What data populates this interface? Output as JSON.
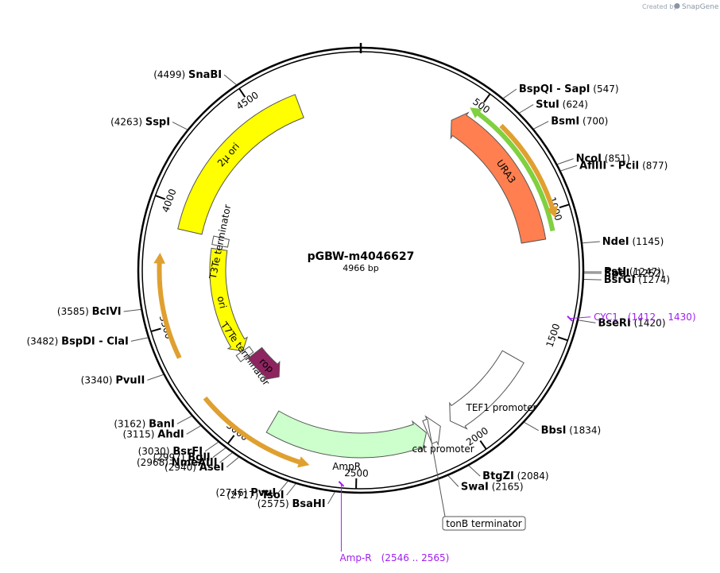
{
  "credit": {
    "prefix": "Created by",
    "brand": "SnapGene"
  },
  "plasmid": {
    "name": "pGBW-m4046627",
    "size_label": "4966 bp",
    "length": 4966
  },
  "ticks": [
    {
      "pos": 500,
      "label": "500"
    },
    {
      "pos": 1000,
      "label": "1000"
    },
    {
      "pos": 1500,
      "label": "1500"
    },
    {
      "pos": 2000,
      "label": "2000"
    },
    {
      "pos": 2500,
      "label": "2500"
    },
    {
      "pos": 3000,
      "label": "3000"
    },
    {
      "pos": 3500,
      "label": "3500"
    },
    {
      "pos": 4000,
      "label": "4000"
    },
    {
      "pos": 4500,
      "label": "4500"
    }
  ],
  "features": [
    {
      "name": "2µ ori",
      "label": "2µ ori",
      "start": 3900,
      "end": 4683,
      "direction": "none",
      "color": "#ffff00",
      "lane": "inner",
      "labelStyle": "curved"
    },
    {
      "name": "URA3",
      "label": "URA3",
      "start": 430,
      "end": 1110,
      "direction": "reverse",
      "color": "#ff7f50",
      "lane": "inner",
      "labelStyle": "curved"
    },
    {
      "name": "ori",
      "label": "ori",
      "start": 3250,
      "end": 3840,
      "direction": "reverse",
      "color": "#ffff00",
      "lane": "middle",
      "labelStyle": "curved"
    },
    {
      "name": "T3Te terminator",
      "label": "T3Te terminator",
      "start": 3860,
      "end": 3905,
      "direction": "none",
      "color": "#ffffff",
      "lane": "middle",
      "labelStyle": "curved"
    },
    {
      "name": "T7Te terminator",
      "label": "T7Te terminator",
      "start": 3210,
      "end": 3250,
      "direction": "none",
      "color": "#ffffff",
      "lane": "middle",
      "labelStyle": "curved"
    },
    {
      "name": "rop",
      "label": "rop",
      "start": 3000,
      "end": 3200,
      "direction": "reverse",
      "color": "#8e2460",
      "lane": "rop",
      "labelStyle": "curved-white"
    },
    {
      "name": "AmpR",
      "label": "AmpR",
      "start": 2180,
      "end": 2900,
      "direction": "reverse",
      "color": "#ccffcc",
      "lane": "inner",
      "labelStyle": "outside"
    },
    {
      "name": "cat promoter",
      "label": "cat promoter",
      "start": 2110,
      "end": 2175,
      "direction": "reverse",
      "color": "#ffffff",
      "lane": "inner",
      "labelStyle": "outside"
    },
    {
      "name": "TEF1 promoter",
      "label": "TEF1 promoter",
      "start": 1650,
      "end": 2060,
      "direction": "forward",
      "color": "#ffffff",
      "lane": "inner",
      "labelStyle": "outside"
    },
    {
      "name": "URA3 primer span",
      "label": "",
      "start": 470,
      "end": 1080,
      "direction": "reverse",
      "color": "#80d040",
      "lane": "outer-green",
      "labelStyle": "none"
    },
    {
      "name": "1000 primer span",
      "label": "",
      "start": 610,
      "end": 1030,
      "direction": "forward",
      "color": "#e0a030",
      "lane": "outer-orange",
      "labelStyle": "none"
    },
    {
      "name": "left span",
      "label": "",
      "start": 3370,
      "end": 3790,
      "direction": "forward",
      "color": "#e0a030",
      "lane": "outer-orange",
      "labelStyle": "none"
    },
    {
      "name": "bottom span",
      "label": "",
      "start": 2690,
      "end": 3180,
      "direction": "reverse",
      "color": "#e0a030",
      "lane": "outer-orange",
      "labelStyle": "none"
    }
  ],
  "right_sites": [
    {
      "name": "BspQI",
      "extra": "SapI",
      "pos": "(547)",
      "at": 547
    },
    {
      "name": "StuI",
      "extra": "",
      "pos": "(624)",
      "at": 624
    },
    {
      "name": "BsmI",
      "extra": "",
      "pos": "(700)",
      "at": 700
    },
    {
      "name": "NcoI",
      "extra": "",
      "pos": "(851)",
      "at": 851
    },
    {
      "name": "AflIII",
      "extra": "PciI",
      "pos": "(877)",
      "at": 877
    },
    {
      "name": "NdeI",
      "extra": "",
      "pos": "(1145)",
      "at": 1145
    },
    {
      "name": "PstI",
      "extra": "",
      "pos": "(1247)",
      "at": 1247
    },
    {
      "name": "SpeI",
      "extra": "",
      "pos": "(1252)",
      "at": 1252
    },
    {
      "name": "BsrGI",
      "extra": "",
      "pos": "(1274)",
      "at": 1274
    },
    {
      "name": "BseRI",
      "extra": "",
      "pos": "(1420)",
      "at": 1420
    },
    {
      "name": "BbsI",
      "extra": "",
      "pos": "(1834)",
      "at": 1834
    },
    {
      "name": "BtgZI",
      "extra": "",
      "pos": "(2084)",
      "at": 2084
    },
    {
      "name": "SwaI",
      "extra": "",
      "pos": "(2165)",
      "at": 2165
    }
  ],
  "left_sites": [
    {
      "name": "SnaBI",
      "extra": "",
      "pos": "(4499)",
      "at": 4499
    },
    {
      "name": "SspI",
      "extra": "",
      "pos": "(4263)",
      "at": 4263
    },
    {
      "name": "BclVI",
      "extra": "",
      "pos": "(3585)",
      "at": 3585
    },
    {
      "name": "BspDI",
      "extra": "ClaI",
      "pos": "(3482)",
      "at": 3482
    },
    {
      "name": "PvuII",
      "extra": "",
      "pos": "(3340)",
      "at": 3340
    },
    {
      "name": "BanI",
      "extra": "",
      "pos": "(3162)",
      "at": 3162
    },
    {
      "name": "AhdI",
      "extra": "",
      "pos": "(3115)",
      "at": 3115
    },
    {
      "name": "BsrFI",
      "extra": "",
      "pos": "(3030)",
      "at": 3030
    },
    {
      "name": "BglI",
      "extra": "",
      "pos": "(2997)",
      "at": 2997
    },
    {
      "name": "NmeAIII",
      "extra": "",
      "pos": "(2968)",
      "at": 2968
    },
    {
      "name": "AseI",
      "extra": "",
      "pos": "(2940)",
      "at": 2940
    },
    {
      "name": "PvuI",
      "extra": "",
      "pos": "(2746)",
      "at": 2746
    },
    {
      "name": "TsoI",
      "extra": "",
      "pos": "(2717)",
      "at": 2717
    },
    {
      "name": "BsaHI",
      "extra": "",
      "pos": "(2575)",
      "at": 2575
    }
  ],
  "primers": [
    {
      "name": "CYC1",
      "range": "(1412 .. 1430)",
      "at": 1421
    },
    {
      "name": "Amp-R",
      "range": "(2546 .. 2565)",
      "at": 2555
    }
  ],
  "boxed_feature": {
    "label": "tonB terminator",
    "at": 2150
  },
  "colors": {
    "primer": "#a020f0",
    "backbone": "#000000"
  }
}
